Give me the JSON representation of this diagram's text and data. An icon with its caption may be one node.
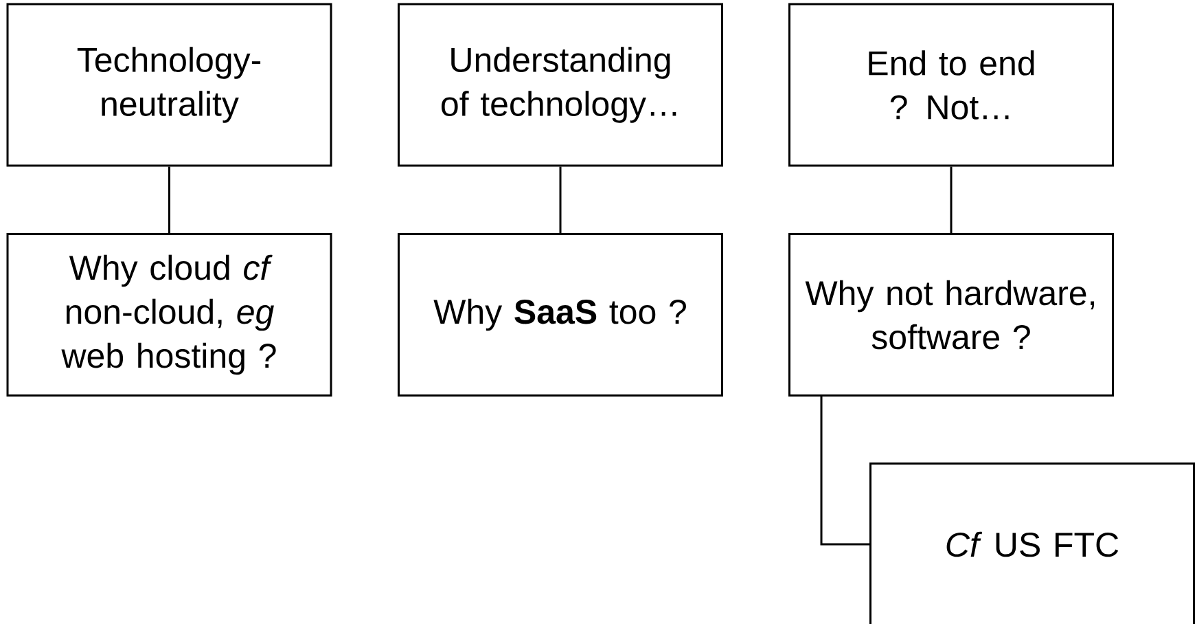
{
  "diagram": {
    "nodes": [
      {
        "text": [
          "Technology-neutrality"
        ]
      },
      {
        "text": [
          "Understanding of technology…"
        ]
      },
      {
        "text": [
          "End to end ? Not…"
        ]
      },
      {
        "text": [
          "Why cloud *cf* non-cloud, *eg* web hosting ?"
        ]
      },
      {
        "text": [
          "Why **SaaS** too ?"
        ]
      },
      {
        "text": [
          "Why not hardware, software ?"
        ]
      },
      {
        "text": [
          "*Cf* US FTC"
        ]
      }
    ],
    "edges": [
      {
        "from": 0,
        "to": 3,
        "arrow": "none"
      },
      {
        "from": 1,
        "to": 4,
        "arrow": "none"
      },
      {
        "from": 2,
        "to": 5,
        "arrow": "none"
      },
      {
        "from": 5,
        "to": 6,
        "arrow": "none"
      }
    ]
  }
}
